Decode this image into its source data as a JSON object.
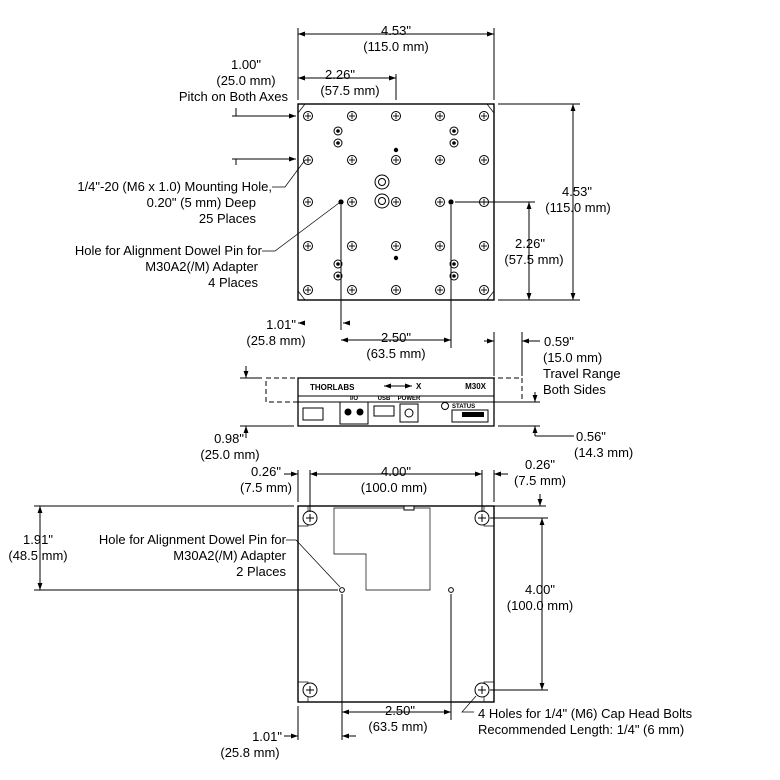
{
  "top_view": {
    "width_in": "4.53\"",
    "width_mm": "(115.0 mm)",
    "height_in": "4.53\"",
    "height_mm": "(115.0 mm)",
    "pitch_in": "1.00\"",
    "pitch_mm": "(25.0 mm)",
    "pitch_note": "Pitch on Both Axes",
    "half_in": "2.26\"",
    "half_mm": "(57.5 mm)",
    "half_r_in": "2.26\"",
    "half_r_mm": "(57.5 mm)",
    "mount_hole_1": "1/4\"-20 (M6 x 1.0) Mounting Hole,",
    "mount_hole_2": "0.20\" (5 mm) Deep",
    "mount_hole_3": "25 Places",
    "dowel_1": "Hole for Alignment Dowel Pin for",
    "dowel_2": "M30A2(/M) Adapter",
    "dowel_3": "4 Places",
    "offset_in": "1.01\"",
    "offset_mm": "(25.8 mm)",
    "dowel_sp_in": "2.50\"",
    "dowel_sp_mm": "(63.5 mm)"
  },
  "side_view": {
    "travel_in": "0.59\"",
    "travel_mm": "(15.0 mm)",
    "travel_1": "Travel Range",
    "travel_2": "Both Sides",
    "height_in": "0.98\"",
    "height_mm": "(25.0 mm)",
    "step_in": "0.56\"",
    "step_mm": "(14.3 mm)",
    "brand": "THORLABS",
    "model": "M30X",
    "axis": "X",
    "port_io": "I/O",
    "port_usb": "USB",
    "port_power": "POWER",
    "port_status": "STATUS"
  },
  "bottom_view": {
    "left_in": "0.26\"",
    "left_mm": "(7.5 mm)",
    "right_in": "0.26\"",
    "right_mm": "(7.5 mm)",
    "hspace_in": "4.00\"",
    "hspace_mm": "(100.0 mm)",
    "vspace_in": "4.00\"",
    "vspace_mm": "(100.0 mm)",
    "dowel_y_in": "1.91\"",
    "dowel_y_mm": "(48.5 mm)",
    "dowel_1": "Hole for Alignment Dowel Pin for",
    "dowel_2": "M30A2(/M) Adapter",
    "dowel_3": "2 Places",
    "dowel_sp_in": "2.50\"",
    "dowel_sp_mm": "(63.5 mm)",
    "offset_in": "1.01\"",
    "offset_mm": "(25.8 mm)",
    "bolt_1": "4 Holes for 1/4\" (M6) Cap Head Bolts",
    "bolt_2": "Recommended Length: 1/4\" (6 mm)"
  }
}
